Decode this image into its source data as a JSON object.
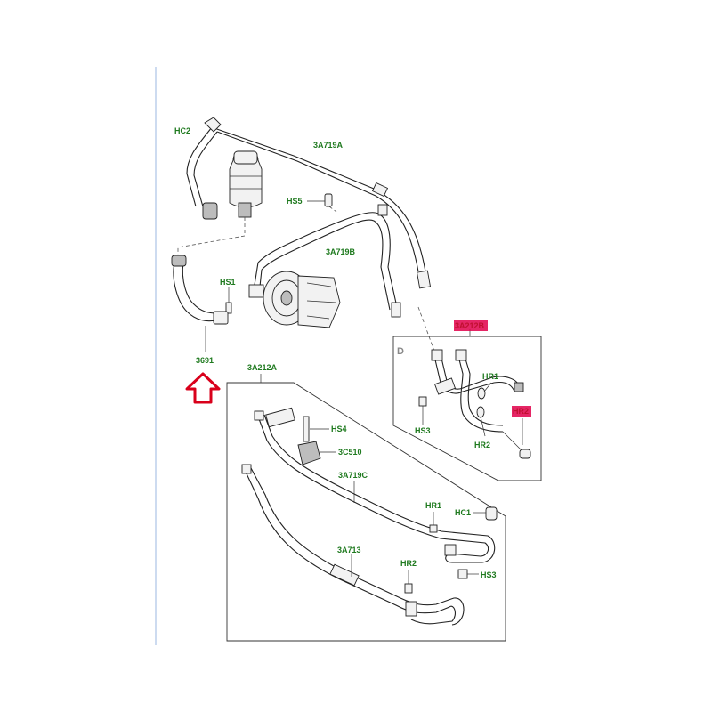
{
  "diagram": {
    "labels": {
      "hc2_top": "HC2",
      "a3719a": "3A719A",
      "hs5": "HS5",
      "a3719b": "3A719B",
      "hs1": "HS1",
      "p3691": "3691",
      "a3212b": "3A212B",
      "d_label": "D",
      "hr1_upper": "HR1",
      "hr2_upper_red": "HR2",
      "hs3_upper": "HS3",
      "hr2_upper": "HR2",
      "a3212a": "3A212A",
      "hs4": "HS4",
      "c3c510": "3C510",
      "a3719c": "3A719C",
      "hr1_lower": "HR1",
      "hc1": "HC1",
      "a3713": "3A713",
      "hr2_lower": "HR2",
      "hs3_lower": "HS3"
    },
    "colors": {
      "label_green": "#1f7a1f",
      "highlight_red": "#e0004a",
      "arrow_red": "#d9001b",
      "margin_line": "#9bb7e0"
    }
  }
}
